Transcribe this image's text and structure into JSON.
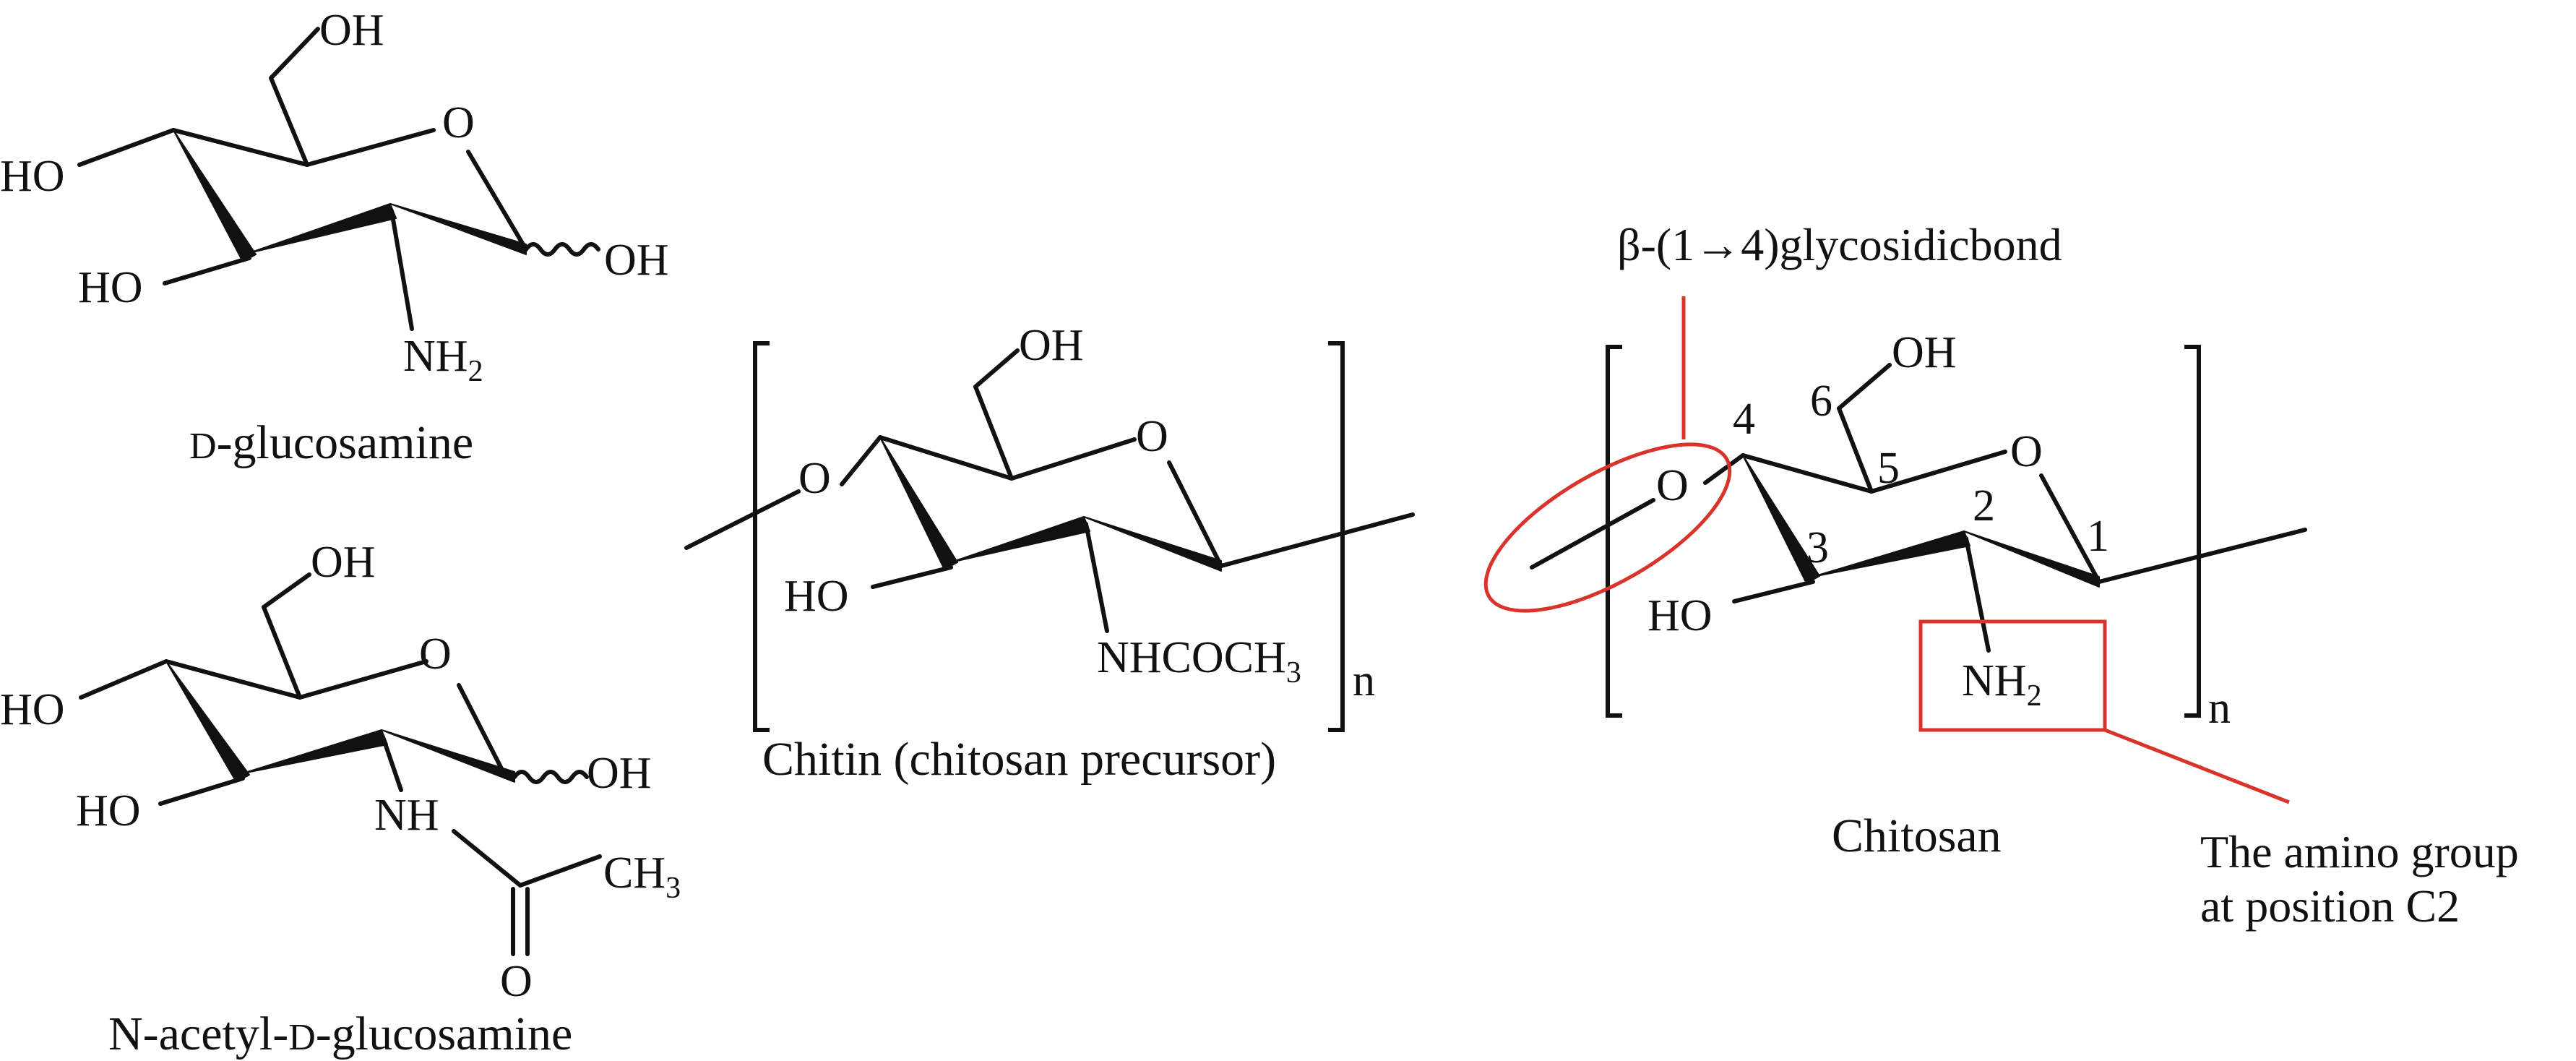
{
  "atoms": {
    "oh": "OH",
    "ho": "HO",
    "o": "O",
    "nh2_main": "NH",
    "nh2_sub": "2",
    "nh": "NH",
    "ch3_main": "CH",
    "ch3_sub": "3",
    "nhcoch3_main": "NHCOCH",
    "nhcoch3_sub": "3",
    "n": "n"
  },
  "numbering": [
    "1",
    "2",
    "3",
    "4",
    "5",
    "6"
  ],
  "captions": {
    "d_glucosamine": {
      "prefix": "D",
      "rest": "-glucosamine"
    },
    "n_acetyl": {
      "a": "N-acetyl-",
      "small": "D",
      "b": "-glucosamine"
    },
    "chitin": "Chitin (chitosan precursor)",
    "chitosan": "Chitosan"
  },
  "annotations": {
    "glycosidic_bond": "β-(1→4)glycosidicbond",
    "amino_line1": "The amino group",
    "amino_line2": "at position C2"
  },
  "colors": {
    "ink": "#111111",
    "callout": "#d8342c"
  }
}
